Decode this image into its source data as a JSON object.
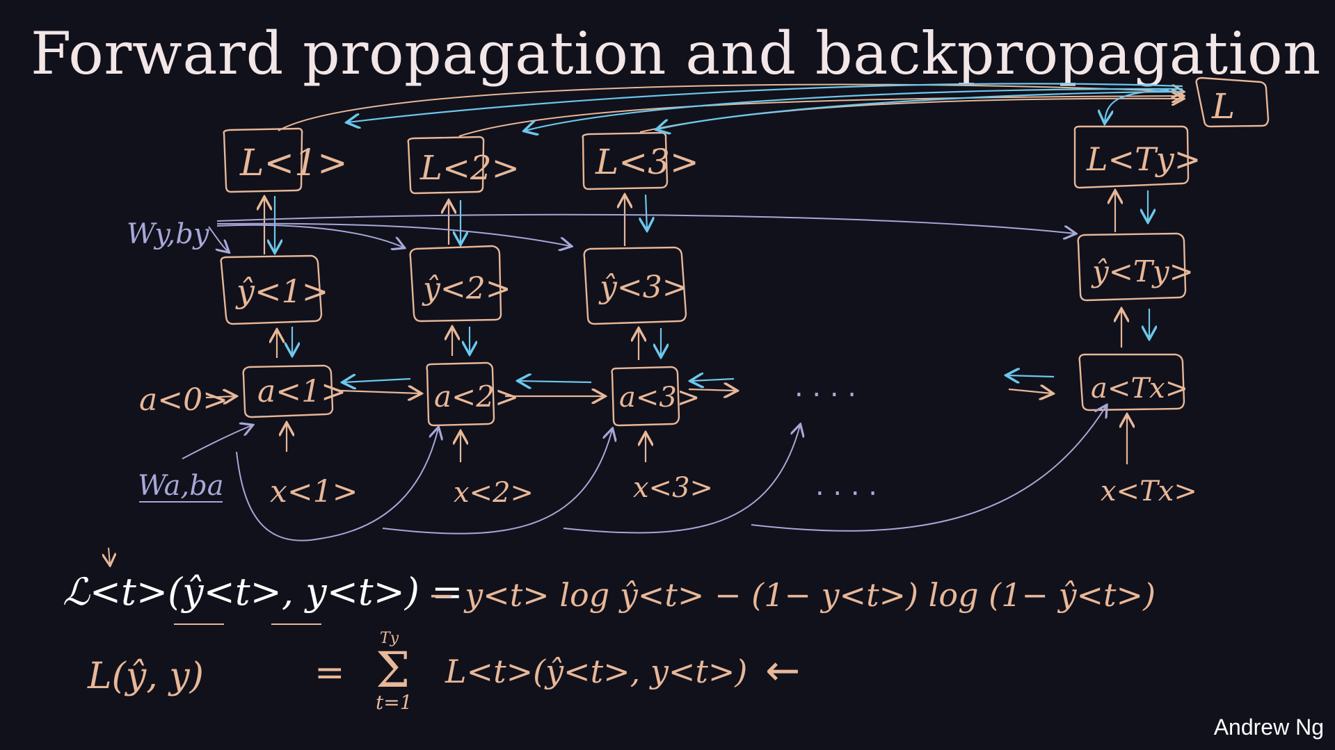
{
  "slide": {
    "title": "Forward propagation and backpropagation",
    "credit": "Andrew Ng",
    "colors": {
      "background": "#11111c",
      "forward": "#e8b898",
      "backward": "#6cc8ec",
      "parameter": "#a8a8d8",
      "text": "#ffffff"
    }
  },
  "diagram": {
    "loss_nodes": [
      "L<1>",
      "L<2>",
      "L<3>",
      "L<Ty>"
    ],
    "output_nodes": [
      "ŷ<1>",
      "ŷ<2>",
      "ŷ<3>",
      "ŷ<Ty>"
    ],
    "activation_nodes": [
      "a<1>",
      "a<2>",
      "a<3>",
      "a<Tx>"
    ],
    "inputs": [
      "x<1>",
      "x<2>",
      "x<3>",
      "x<Tx>"
    ],
    "initial_activation": "a<0>",
    "total_loss_node": "L",
    "ellipsis": ". . . .",
    "output_params": "Wy,by",
    "recurrent_params": "Wa,ba"
  },
  "equations": {
    "step_loss_lhs": "ℒ<t>(ŷ<t>, y<t>) =",
    "step_loss_rhs": "− y<t> log ŷ<t> − (1− y<t>) log (1− ŷ<t>)",
    "total_loss_lhs": "L(ŷ, y)",
    "total_loss_eq": "=",
    "sum_upper": "Ty",
    "sum_lower": "t=1",
    "total_loss_rhs": "L<t>(ŷ<t>, y<t>)",
    "total_loss_arrow": "←"
  }
}
